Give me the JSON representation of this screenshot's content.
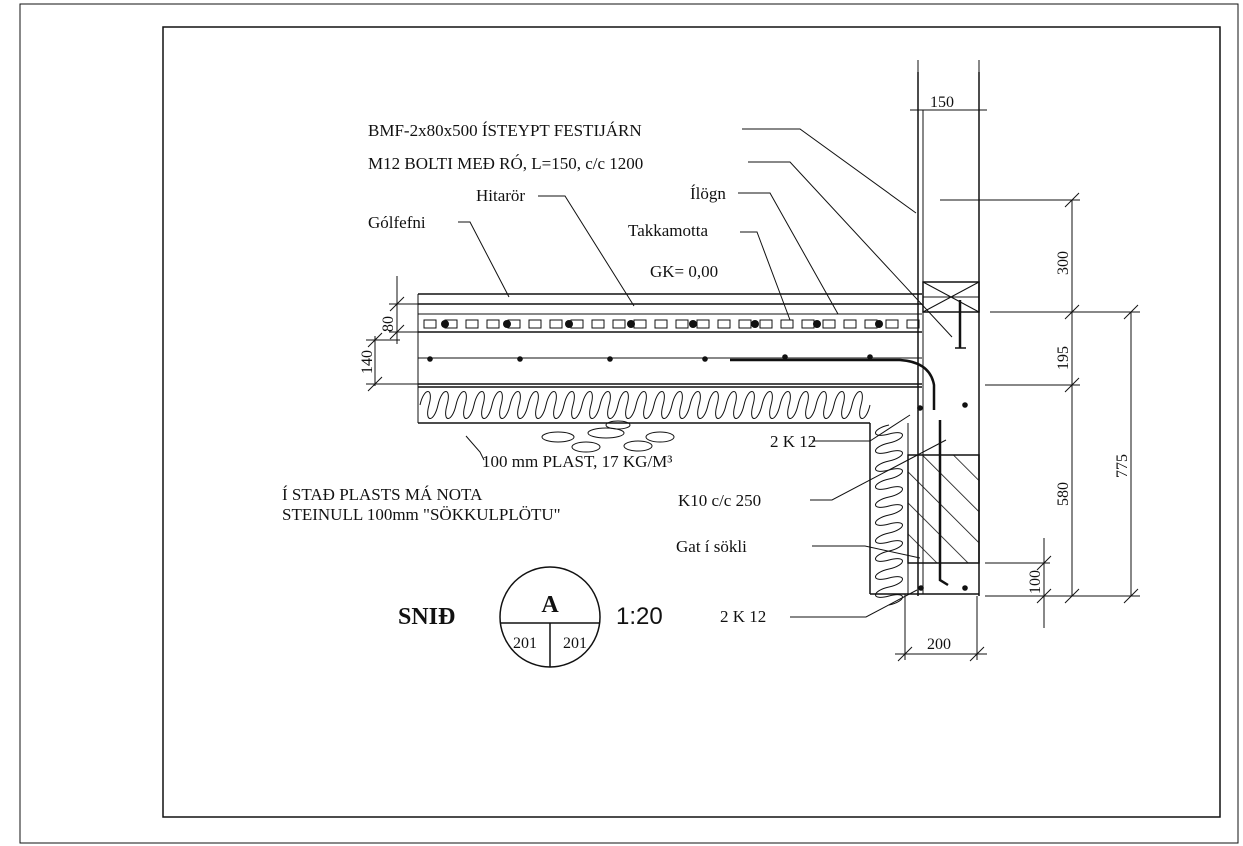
{
  "labels": {
    "festijarn": "BMF-2x80x500 ÍSTEYPT FESTIJÁRN",
    "bolti": "M12 BOLTI MEÐ RÓ,  L=150, c/c 1200",
    "hitaror": "Hitarör",
    "ilogn": "Ílögn",
    "golfefni": "Gólfefni",
    "takkamotta": "Takkamotta",
    "gk": "GK= 0,00",
    "k12_top": "2 K 12",
    "plast": "100 mm PLAST, 17 KG/M³",
    "steinull_1": "Í STAÐ PLASTS MÁ NOTA",
    "steinull_2": "STEINULL 100mm \"SÖKKULPLÖTU\"",
    "k10": "K10 c/c 250",
    "gat": "Gat  í sökli",
    "k12_bottom": "2 K 12"
  },
  "dimensions": {
    "wall_width": "150",
    "d300": "300",
    "d195": "195",
    "d580": "580",
    "d775": "775",
    "d100": "100",
    "d200": "200",
    "d80": "80",
    "d140": "140"
  },
  "section": {
    "title": "SNIÐ",
    "letter": "A",
    "sheet_left": "201",
    "sheet_right": "201",
    "scale": "1:20"
  }
}
